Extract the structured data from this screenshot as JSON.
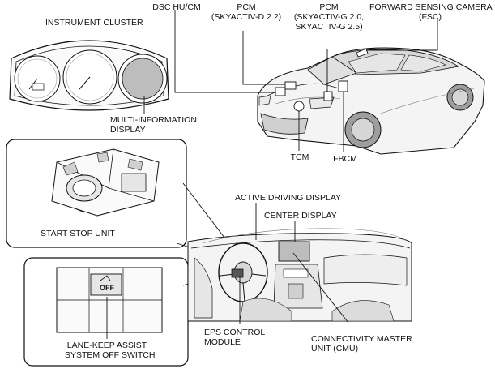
{
  "labels": {
    "dsc_hu_cm": "DSC HU/CM",
    "pcm_diesel_1": "PCM",
    "pcm_diesel_2": "(SKYACTIV-D 2.2)",
    "pcm_gas_1": "PCM",
    "pcm_gas_2": "(SKYACTIV-G 2.0,",
    "pcm_gas_3": "SKYACTIV-G 2.5)",
    "fsc_1": "FORWARD SENSING CAMERA",
    "fsc_2": "(FSC)",
    "instrument_cluster": "INSTRUMENT CLUSTER",
    "mid_1": "MULTI-INFORMATION",
    "mid_2": "DISPLAY",
    "tcm": "TCM",
    "fbcm": "FBCM",
    "start_stop_unit": "START STOP UNIT",
    "active_driving_display": "ACTIVE DRIVING DISPLAY",
    "center_display": "CENTER DISPLAY",
    "eps_1": "EPS CONTROL",
    "eps_2": "MODULE",
    "cmu_1": "CONNECTIVITY MASTER",
    "cmu_2": "UNIT (CMU)",
    "lka_1": "LANE-KEEP ASSIST",
    "lka_2": "SYSTEM OFF SWITCH",
    "switch_off": "OFF"
  },
  "colors": {
    "line": "#111111",
    "fill_gray": "#bdbdbd",
    "fill_light": "#e6e6e6",
    "fill_dark": "#555555"
  }
}
